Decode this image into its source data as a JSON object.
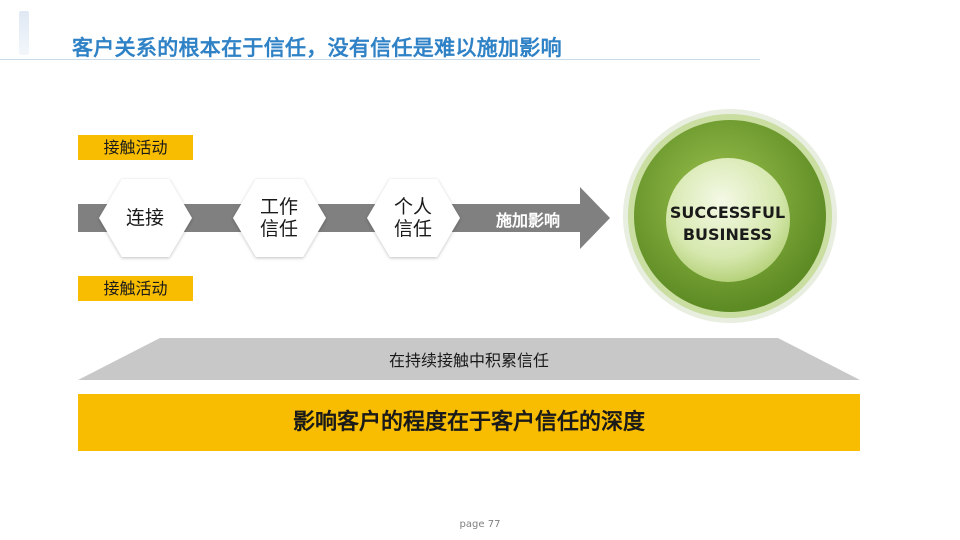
{
  "title": "客户关系的根本在于信任，没有信任是难以施加影响",
  "tags": {
    "top": "接触活动",
    "bottom": "接触活动"
  },
  "stages": [
    {
      "lines": [
        "连接"
      ]
    },
    {
      "lines": [
        "工作",
        "信任"
      ]
    },
    {
      "lines": [
        "个人",
        "信任"
      ]
    }
  ],
  "arrow_label": "施加影响",
  "goal": {
    "line1": "SUCCESSFUL",
    "line2": "BUSINESS"
  },
  "base_label": "在持续接触中积累信任",
  "banner": "影响客户的程度在于客户信任的深度",
  "page_number": "page 77",
  "colors": {
    "accent_yellow": "#f8bc00",
    "title_blue": "#2f82c6",
    "arrow_gray": "#808080",
    "circle_green": "#7aa83a"
  }
}
